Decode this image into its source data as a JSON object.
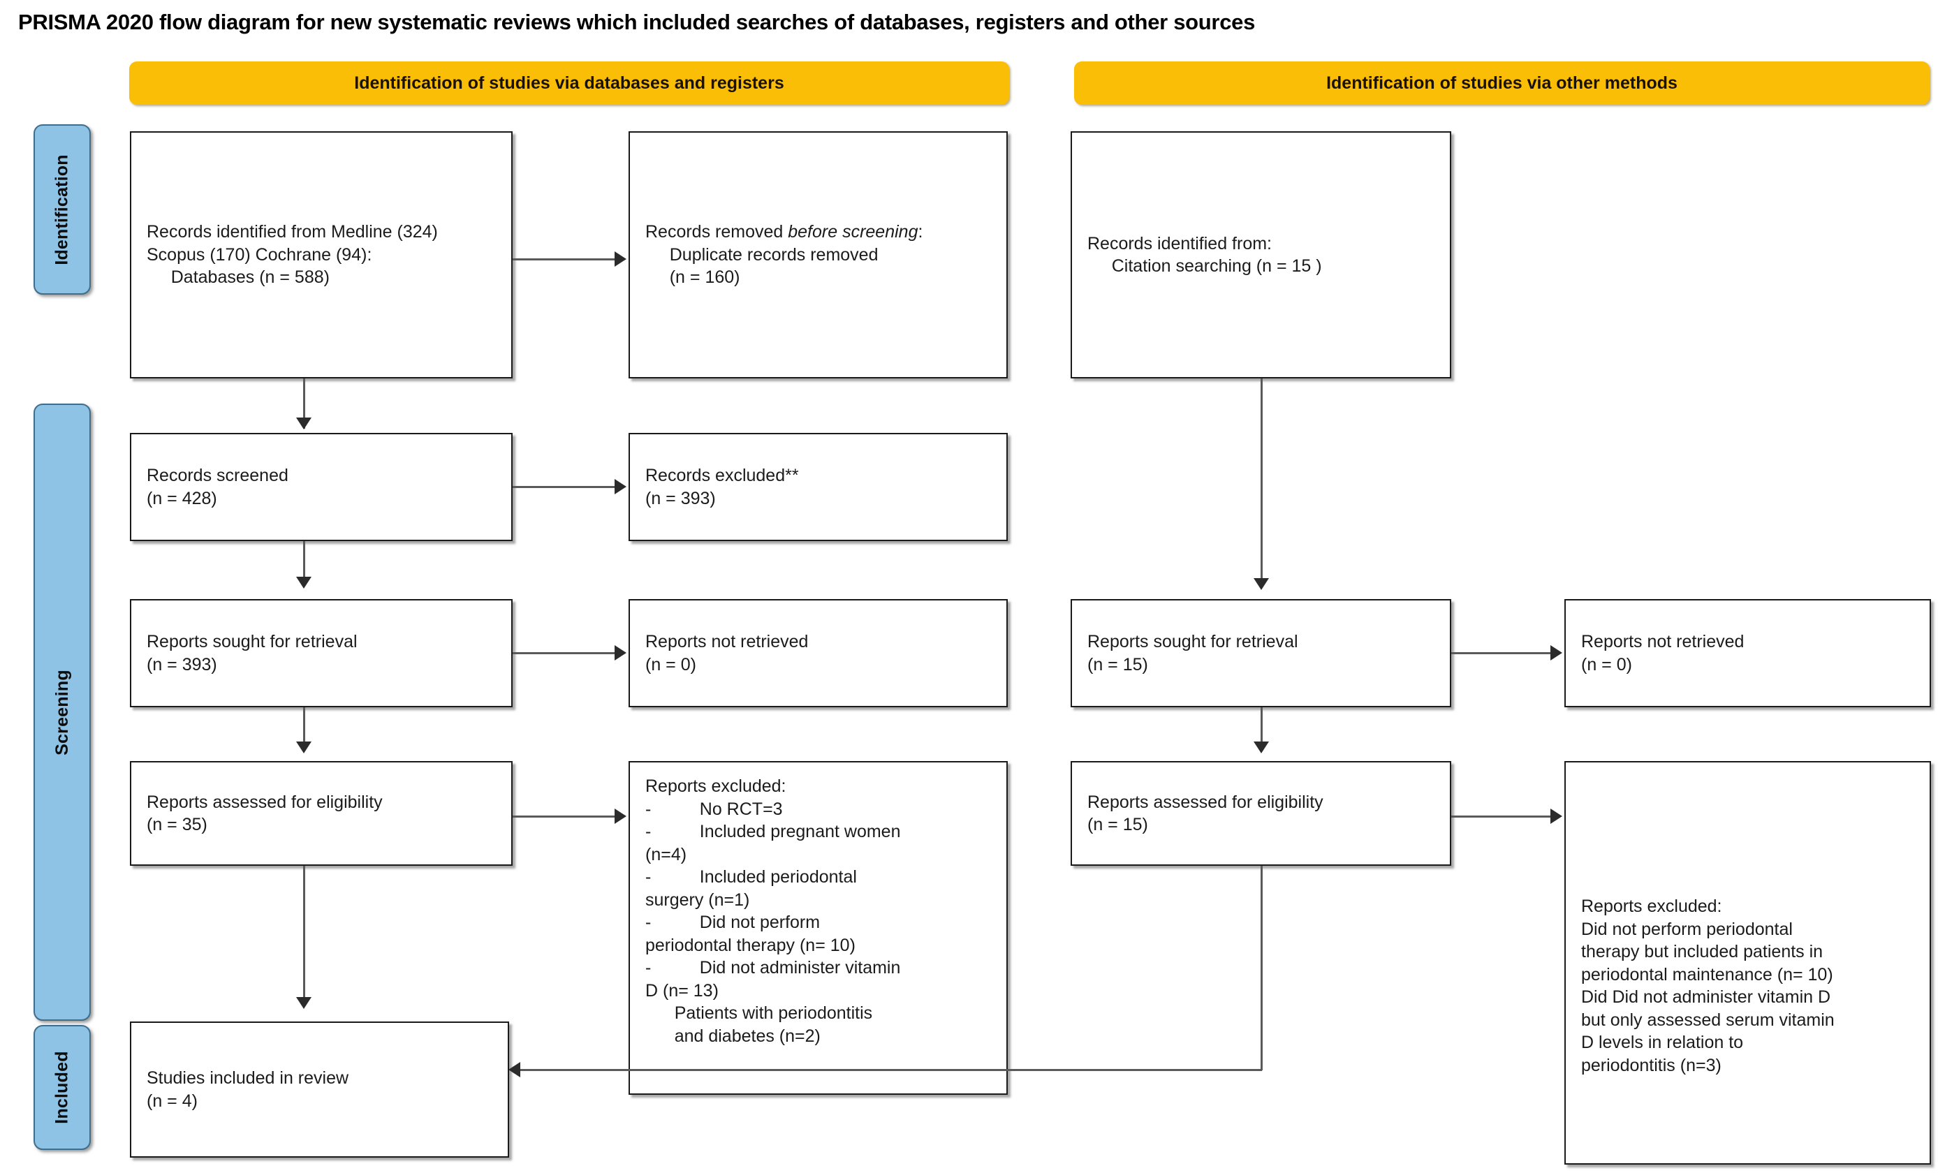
{
  "title": "PRISMA 2020 flow diagram for new systematic reviews which included searches of databases, registers and other sources",
  "colors": {
    "header_yellow": "#FBBE06",
    "stage_blue": "#8EC3E6",
    "box_border": "#1a1a1a",
    "connector": "#5a5a5a"
  },
  "headers": {
    "left": "Identification of studies via databases and registers",
    "right": "Identification of studies via other methods"
  },
  "stages": [
    {
      "label": "Identification"
    },
    {
      "label": "Screening"
    },
    {
      "label": "Included"
    }
  ],
  "boxes": {
    "records_identified": "Records identified from Medline (324) Scopus (170) Cochrane (94):\n     Databases (n = 588)",
    "records_removed_line1": "Records removed ",
    "records_removed_em": "before screening",
    "records_removed_rest": ":\n     Duplicate records removed\n     (n = 160)",
    "records_screened": "Records screened\n(n = 428)",
    "records_excluded": "Records excluded**\n(n = 393)",
    "reports_sought_left": "Reports sought for retrieval\n(n = 393)",
    "reports_not_retrieved_left": "Reports not retrieved\n(n = 0)",
    "reports_assessed_left": "Reports assessed for eligibility\n(n = 35)",
    "reports_excluded_left": "Reports excluded:\n-          No RCT=3\n-          Included pregnant women\n(n=4)\n-          Included periodontal\nsurgery (n=1)\n-          Did not perform\nperiodontal therapy (n= 10)\n-          Did not administer vitamin\nD (n= 13)\n      Patients with periodontitis\n      and diabetes (n=2)",
    "studies_included": "Studies included in review\n(n = 4)",
    "records_identified_other": "Records identified from:\n     Citation searching (n = 15 )",
    "reports_sought_right": "Reports sought for retrieval\n(n = 15)",
    "reports_not_retrieved_right": "Reports not retrieved\n(n = 0)",
    "reports_assessed_right": "Reports assessed for eligibility\n(n = 15)",
    "reports_excluded_right": "Reports excluded:\nDid not perform periodontal\ntherapy but included patients in\nperiodontal maintenance (n= 10)\nDid Did not administer vitamin D\nbut only assessed serum vitamin\nD levels in relation to\nperiodontitis (n=3)"
  }
}
